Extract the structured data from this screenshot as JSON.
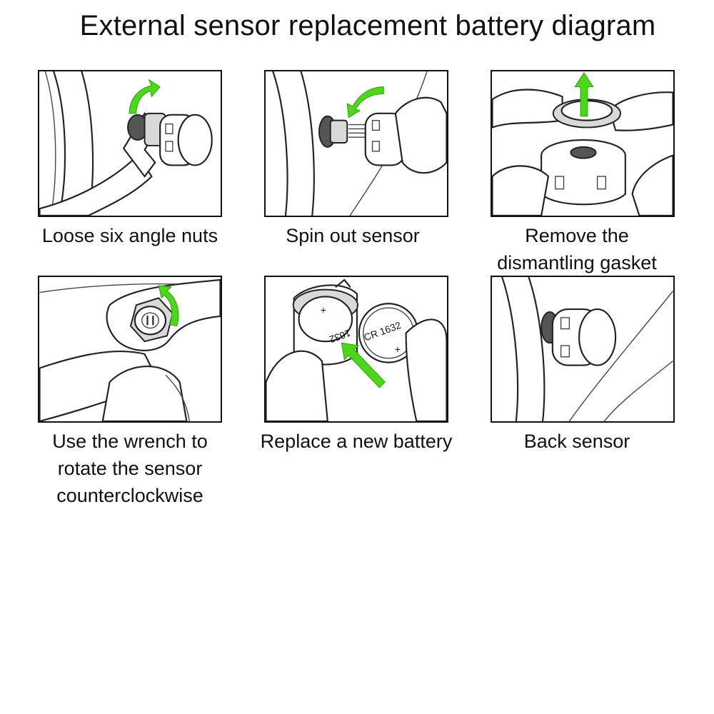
{
  "title": "External sensor replacement battery diagram",
  "accent_color": "#4dd61c",
  "steps": [
    {
      "icon": "wrench-loosen-nut-illustration",
      "caption": [
        "Loose six angle nuts"
      ]
    },
    {
      "icon": "spin-out-sensor-illustration",
      "caption": [
        "Spin out sensor"
      ]
    },
    {
      "icon": "remove-gasket-illustration",
      "caption": [
        "Remove the",
        "dismantling gasket"
      ]
    },
    {
      "icon": "wrench-rotate-sensor-illustration",
      "caption": [
        "Use the wrench to",
        "rotate the sensor",
        "counterclockwise"
      ]
    },
    {
      "icon": "replace-battery-illustration",
      "caption": [
        "Replace a new battery"
      ],
      "labels": {
        "plus": "+",
        "battery_model": "CR 1632",
        "battery_model_inverted": "1632"
      }
    },
    {
      "icon": "back-sensor-illustration",
      "caption": [
        "Back sensor"
      ]
    }
  ]
}
